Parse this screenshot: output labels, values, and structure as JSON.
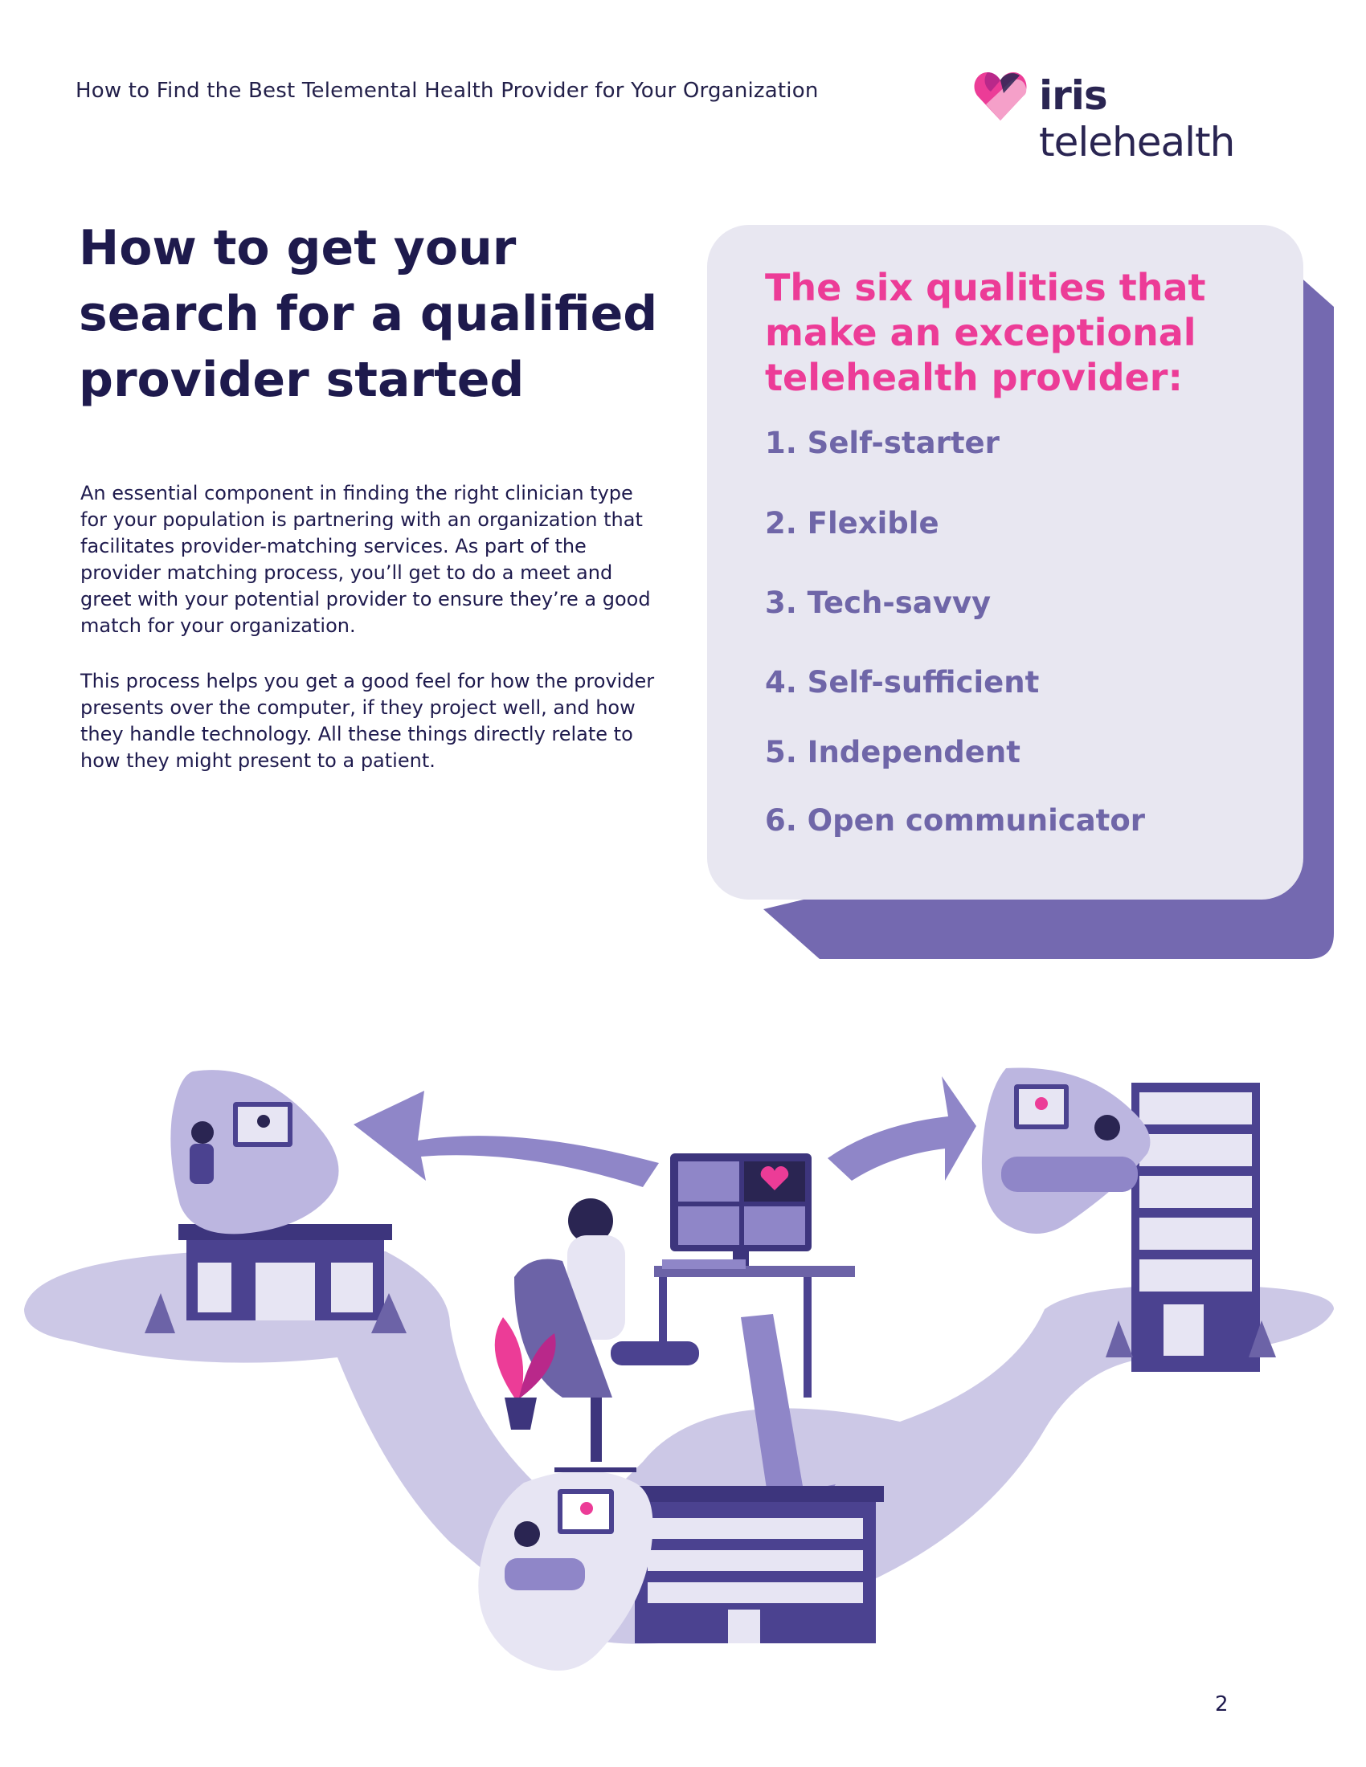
{
  "header": {
    "document_title": "How to Find the Best Telemental Health Provider for Your Organization",
    "logo": {
      "bold": "iris",
      "rest": " telehealth",
      "icon": "heart-logo-icon",
      "accent": "#ec3c97"
    }
  },
  "main": {
    "title": "How to get your search for a qualified provider started",
    "paragraphs": [
      "An essential component in finding the right clinician type for your population is partnering with an organization that facilitates provider-matching services. As part of the provider matching process, you’ll get to do a meet and greet with your potential provider to ensure they’re a good match for your organization.",
      "This process helps you get a good feel for how the provider presents over the computer, if they project well, and how they handle technology. All these things directly relate to how they might present to a patient."
    ]
  },
  "card": {
    "heading": "The six qualities that make an exceptional telehealth provider:",
    "items": [
      "1. Self-starter",
      "2. Flexible",
      "3. Tech-savvy",
      "4. Self-sufficient",
      "5. Independent",
      "6. Open communicator"
    ],
    "colors": {
      "heading": "#ec3c97",
      "items": "#6f66a8",
      "background": "#e8e7f1",
      "shadow": "#7469b0"
    }
  },
  "footer": {
    "page_number": "2"
  }
}
